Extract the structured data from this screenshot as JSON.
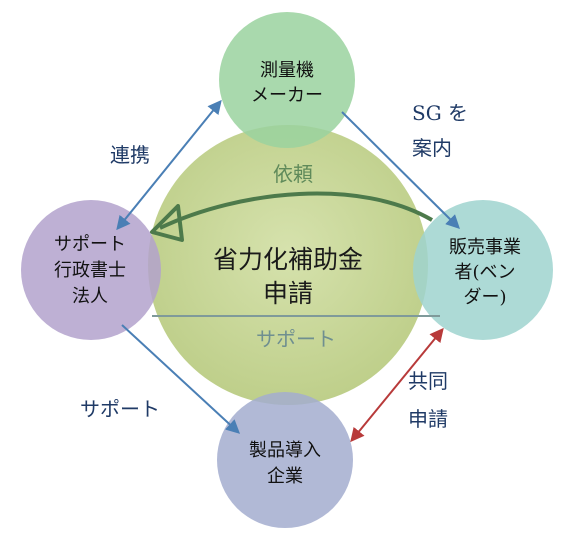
{
  "center": {
    "lines": [
      "省力化補助金",
      "申請"
    ]
  },
  "nodes": {
    "maker": {
      "lines": [
        "測量機",
        "メーカー"
      ]
    },
    "vendor": {
      "lines": [
        "販売事業",
        "者(ベン",
        "ダー)"
      ]
    },
    "scrivener": {
      "lines": [
        "サポート",
        "行政書士",
        "法人"
      ]
    },
    "company": {
      "lines": [
        "製品導入",
        "企業"
      ]
    }
  },
  "edges": {
    "cooperation": "連携",
    "sg_guide": [
      "SG を",
      "案内"
    ],
    "support_left": "サポート",
    "joint_apply": [
      "共同",
      "申請"
    ]
  },
  "center_labels": {
    "request": "依頼",
    "support_inner": "サポート"
  },
  "colors": {
    "center_fill": "#c9d79b",
    "maker_fill": "#9ad29f",
    "vendor_fill": "#9fd3cf",
    "scrivener_fill": "#b3a2cc",
    "company_fill": "#a3adcf",
    "blue_arrow": "#4a7fb5",
    "red_arrow": "#b83a3a",
    "request_arrow": "#4d7a4b"
  }
}
